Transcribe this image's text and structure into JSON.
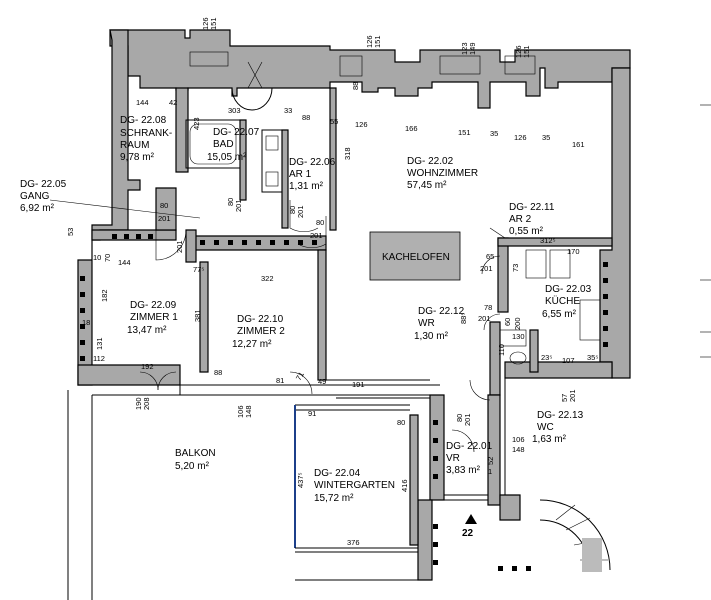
{
  "rooms": [
    {
      "code": "DG- 22.08",
      "name": "SCHRANK-",
      "name2": "RAUM",
      "area": "9,78 m²"
    },
    {
      "code": "DG- 22.07",
      "name": "BAD",
      "area": "15,05 m²"
    },
    {
      "code": "DG- 22.06",
      "name": "AR 1",
      "area": "1,31 m²"
    },
    {
      "code": "DG- 22.02",
      "name": "WOHNZIMMER",
      "area": "57,45 m²"
    },
    {
      "code": "DG- 22.05",
      "name": "GANG",
      "area": "6,92 m²"
    },
    {
      "code": "DG- 22.11",
      "name": "AR 2",
      "area": "0,55 m²"
    },
    {
      "code": "DG- 22.09",
      "name": "ZIMMER 1",
      "area": "13,47 m²"
    },
    {
      "code": "DG- 22.10",
      "name": "ZIMMER 2",
      "area": "12,27 m²"
    },
    {
      "code": "DG- 22.03",
      "name": "KÜCHE",
      "area": "6,55 m²"
    },
    {
      "code": "DG- 22.12",
      "name": "WR",
      "area": "1,30 m²"
    },
    {
      "code": "DG- 22.13",
      "name": "WC",
      "area": "1,63 m²"
    },
    {
      "code": "DG- 22.01",
      "name": "VR",
      "area": "3,83 m²"
    },
    {
      "code": "DG- 22.04",
      "name": "WINTERGARTEN",
      "area": "15,72 m²"
    },
    {
      "name": "BALKON",
      "area": "5,20 m²"
    }
  ],
  "kachelofen": "KACHELOFEN",
  "stair_number": "22",
  "dims": {
    "d126a": "126",
    "d151a": "151",
    "d126b": "126",
    "d151b": "151",
    "d123": "123",
    "d149": "149",
    "d126c": "126",
    "d151c": "151",
    "d144": "144",
    "d42": "42",
    "d303": "303",
    "d33": "33",
    "d88a": "88",
    "d55": "55",
    "d126d": "126",
    "d166": "166",
    "d151d": "151",
    "d35a": "35",
    "d126e": "126",
    "d35b": "35",
    "d161": "161",
    "d423": "423",
    "d318": "318",
    "d88b": "88",
    "d80a": "80",
    "d201a": "201",
    "d80b": "80",
    "d201b": "201",
    "d80c": "80",
    "d201c": "201",
    "d80d": "80",
    "d201d": "201",
    "d201e": "201",
    "d53": "53",
    "d10": "10",
    "d70": "70",
    "d144b": "144",
    "d775": "77⁵",
    "d322": "322",
    "d182": "182",
    "d381": "381",
    "d18": "18",
    "d131": "131",
    "d112": "112",
    "d192": "192",
    "d88c": "88",
    "d81": "81",
    "d71": "71",
    "d49": "49",
    "d191": "191",
    "d190": "190",
    "d208": "208",
    "d106a": "106",
    "d148a": "148",
    "d91": "91",
    "d80e": "80",
    "d80f": "80",
    "d201f": "201",
    "d437": "437⁵",
    "d416": "416",
    "d376": "376",
    "d65": "65",
    "d201g": "201",
    "d3125": "312⁵",
    "d170": "170",
    "d73": "73",
    "d78": "78",
    "d201h": "201",
    "d60": "60",
    "d200": "200",
    "d885": "88⁵",
    "d110": "110",
    "d130": "130",
    "d235": "23⁵",
    "d107": "107",
    "d355": "35⁵",
    "d57": "57",
    "d201i": "201",
    "d106b": "106",
    "d148b": "148",
    "d52": "52",
    "d1": "1"
  }
}
